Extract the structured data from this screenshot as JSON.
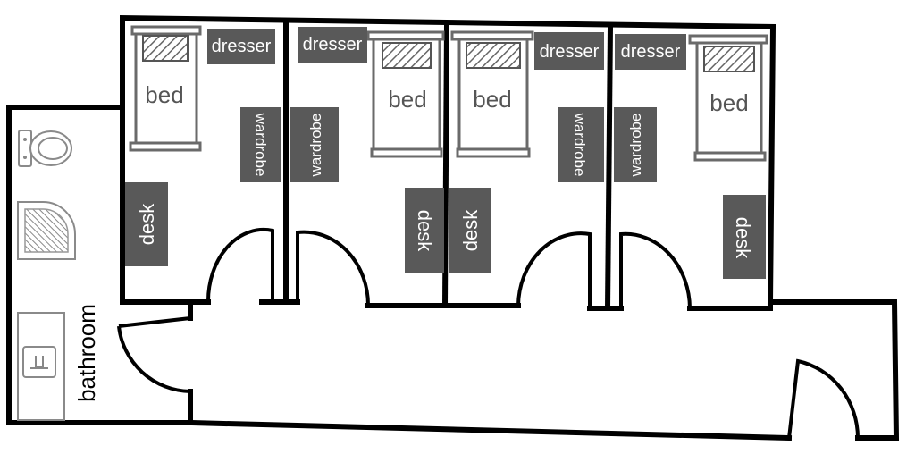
{
  "labels": {
    "bed": "bed",
    "dresser": "dresser",
    "wardrobe": "wardrobe",
    "desk": "desk",
    "bathroom": "bathroom"
  },
  "colors": {
    "furniture": "#595959",
    "wall": "#000000",
    "bed_outline": "#6a6a6a"
  }
}
